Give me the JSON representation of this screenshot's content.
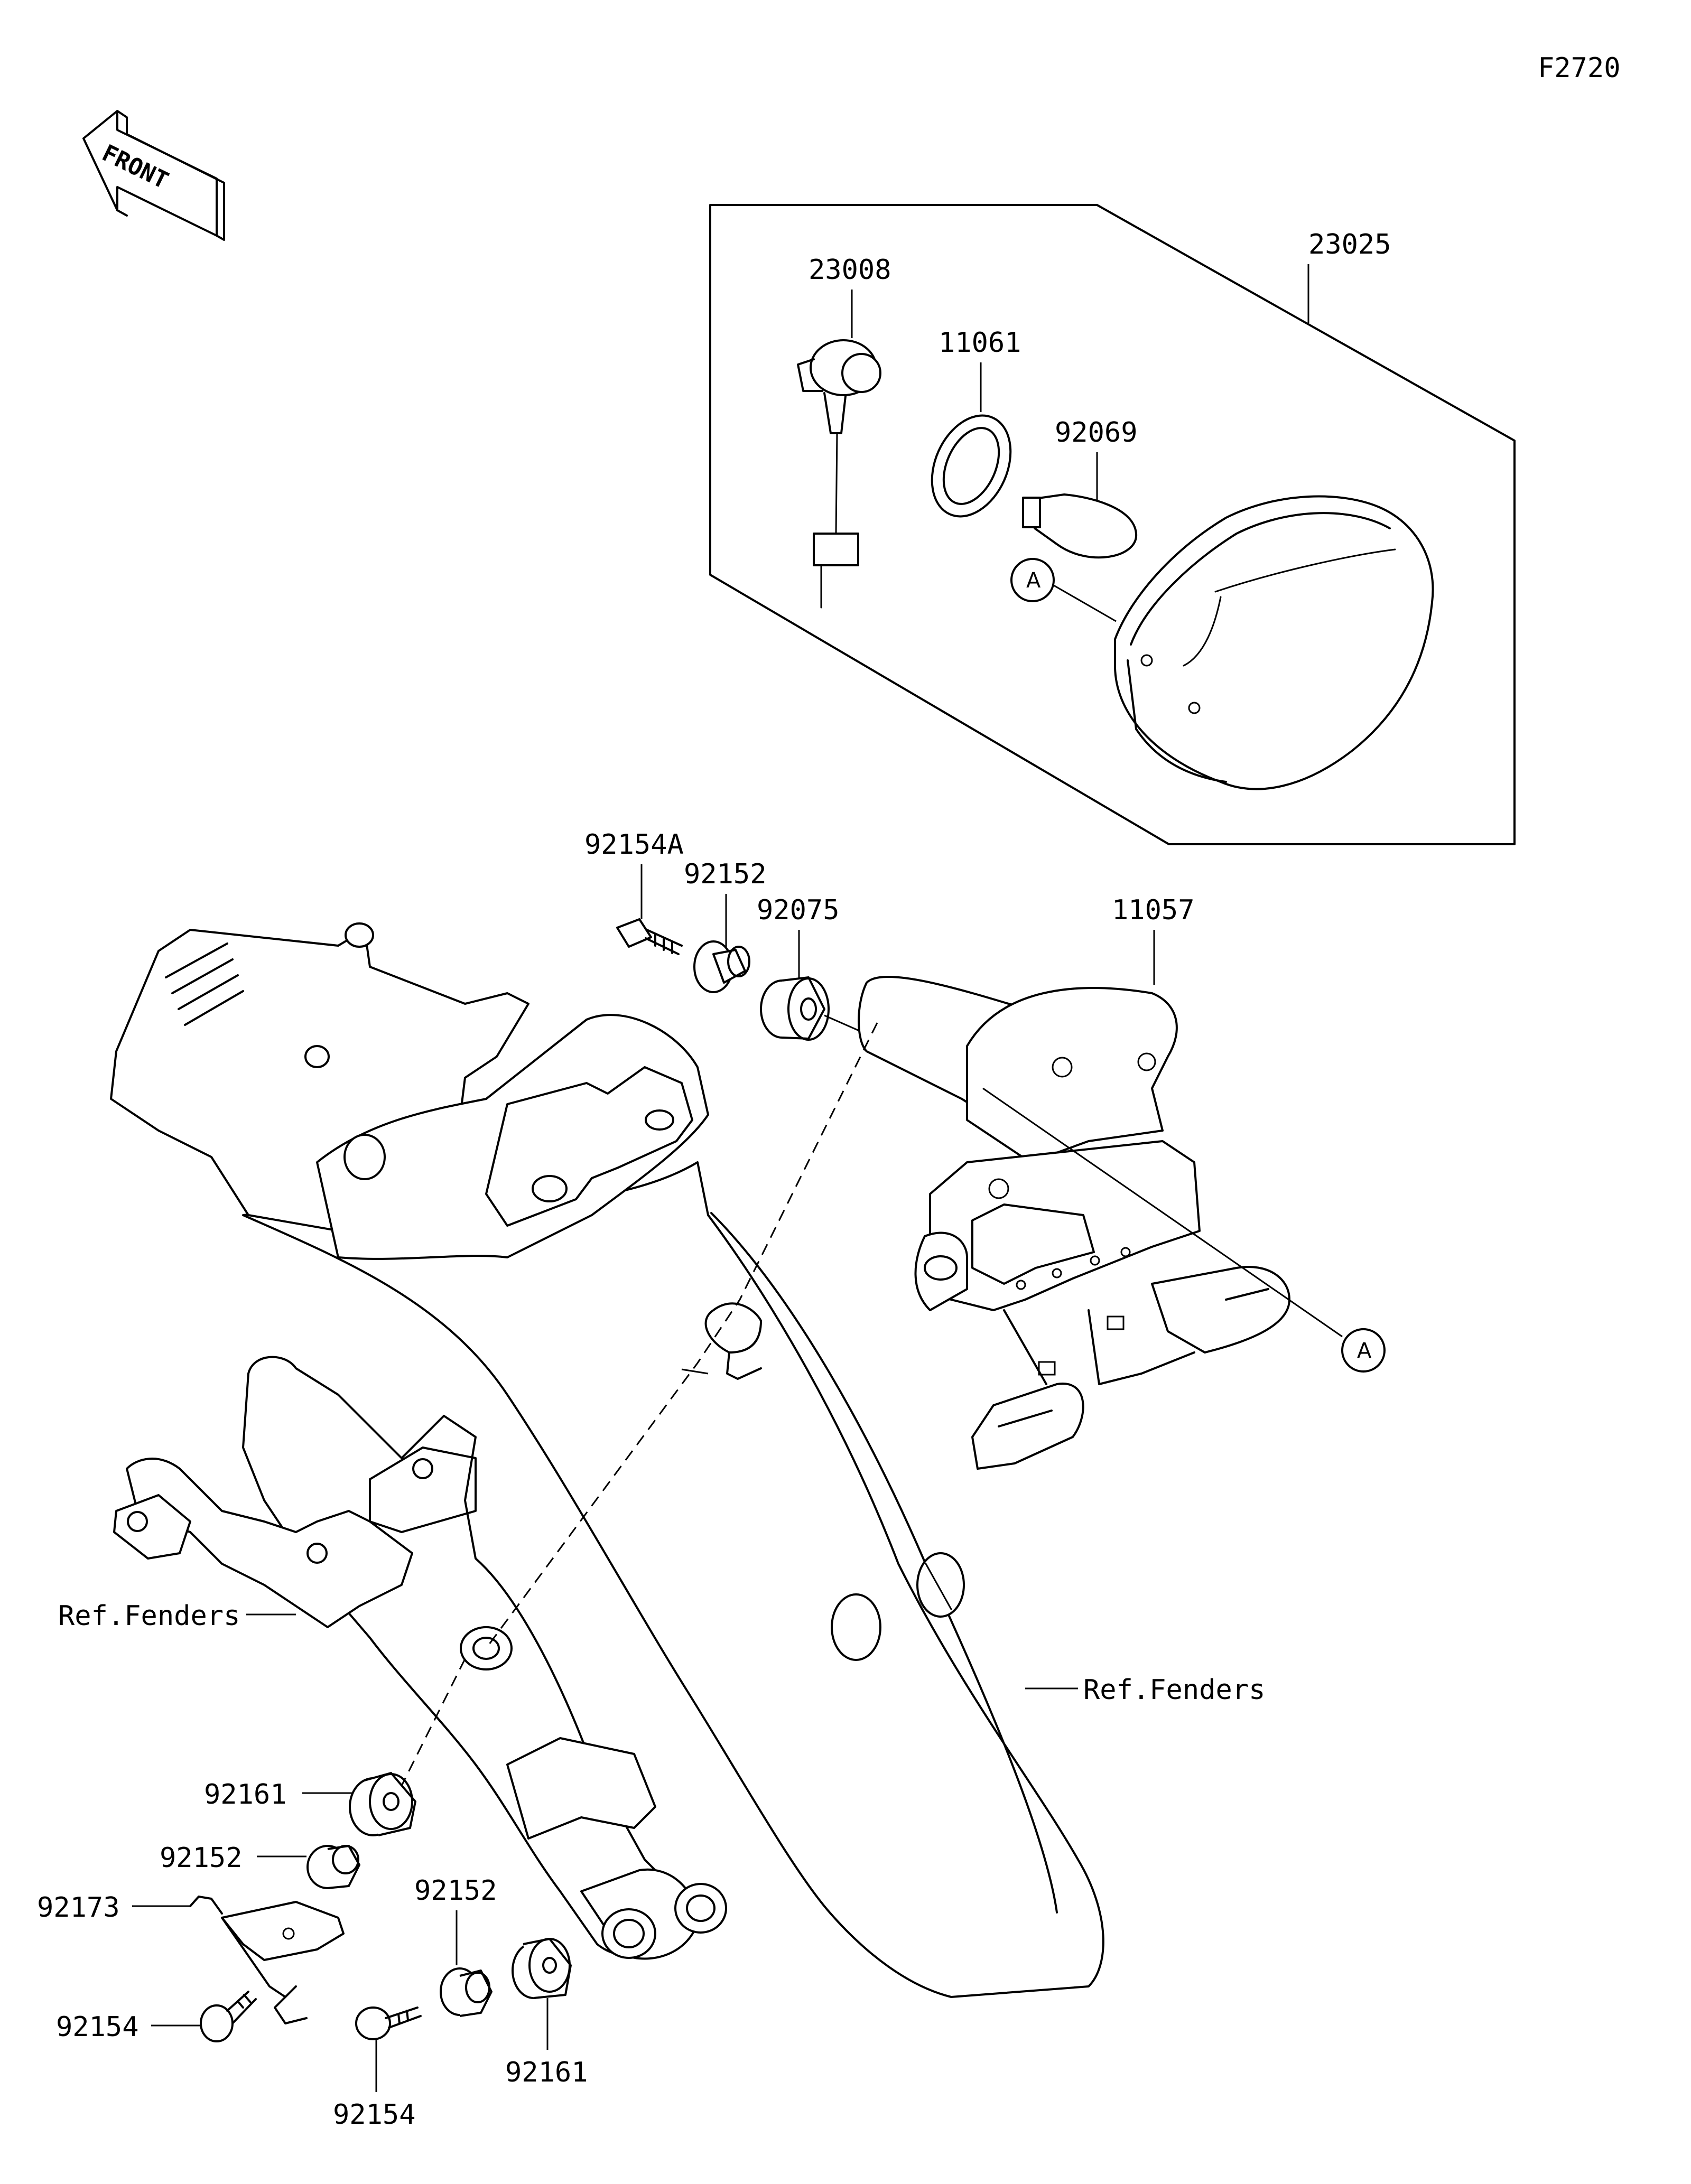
{
  "diagram_id": "F2720",
  "front_label": "FRONT",
  "labels": {
    "p23025": "23025",
    "p23008": "23008",
    "p11061": "11061",
    "p92069": "92069",
    "p92154A": "92154A",
    "p92152_top": "92152",
    "p92075": "92075",
    "p11057": "11057",
    "ref_fenders_left": "Ref.Fenders",
    "ref_fenders_right": "Ref.Fenders",
    "p92161_upper": "92161",
    "p92152_left": "92152",
    "p92173": "92173",
    "p92154_left": "92154",
    "p92152_lower": "92152",
    "p92154_bottom": "92154",
    "p92161_lower": "92161"
  },
  "reference_marks": {
    "a_upper": "A",
    "a_lower": "A"
  }
}
